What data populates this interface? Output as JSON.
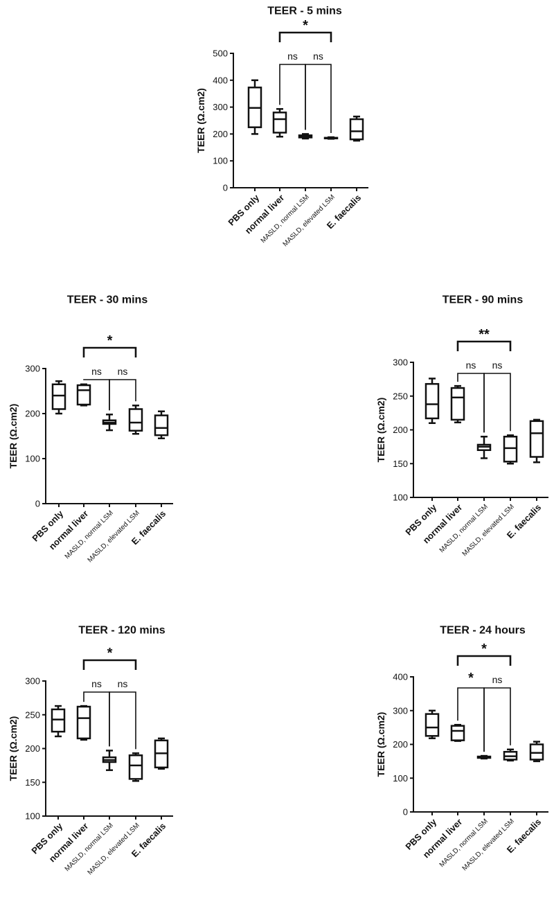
{
  "figure": {
    "categories": [
      "PBS only",
      "normal liver",
      "MASLD, normal LSM",
      "MASLD, elevated LSM",
      "E. faecalis"
    ],
    "ylabel": "TEER (Ω.cm2)"
  },
  "chart_data": [
    {
      "type": "box",
      "title": "TEER - 5 mins",
      "ylabel": "TEER (Ω.cm2)",
      "ylim": [
        0,
        500
      ],
      "yticks": [
        0,
        100,
        200,
        300,
        400,
        500
      ],
      "categories": [
        "PBS only",
        "normal liver",
        "MASLD, normal LSM",
        "MASLD, elevated LSM",
        "E. faecalis"
      ],
      "boxes": [
        {
          "min": 200,
          "q1": 225,
          "median": 297,
          "q3": 373,
          "max": 400
        },
        {
          "min": 190,
          "q1": 205,
          "median": 255,
          "q3": 280,
          "max": 293
        },
        {
          "min": 183,
          "q1": 187,
          "median": 190,
          "q3": 195,
          "max": 200
        },
        {
          "min": 182,
          "q1": 184,
          "median": 185,
          "q3": 186,
          "max": 188
        },
        {
          "min": 175,
          "q1": 180,
          "median": 210,
          "q3": 255,
          "max": 265
        }
      ],
      "significance": [
        {
          "from": 1,
          "to": 2,
          "label": "ns",
          "level": 1
        },
        {
          "from": 2,
          "to": 3,
          "label": "ns",
          "level": 1
        },
        {
          "from": 1,
          "to": 3,
          "label": "*",
          "level": 2
        }
      ]
    },
    {
      "type": "box",
      "title": "TEER - 30 mins",
      "ylabel": "TEER (Ω.cm2)",
      "ylim": [
        0,
        300
      ],
      "yticks": [
        0,
        100,
        200,
        300
      ],
      "categories": [
        "PBS only",
        "normal liver",
        "MASLD, normal LSM",
        "MASLD, elevated LSM",
        "E. faecalis"
      ],
      "boxes": [
        {
          "min": 200,
          "q1": 210,
          "median": 240,
          "q3": 265,
          "max": 272
        },
        {
          "min": 218,
          "q1": 220,
          "median": 252,
          "q3": 263,
          "max": 265
        },
        {
          "min": 163,
          "q1": 177,
          "median": 180,
          "q3": 185,
          "max": 198
        },
        {
          "min": 155,
          "q1": 162,
          "median": 180,
          "q3": 210,
          "max": 218
        },
        {
          "min": 145,
          "q1": 152,
          "median": 168,
          "q3": 196,
          "max": 205
        }
      ],
      "significance": [
        {
          "from": 1,
          "to": 2,
          "label": "ns",
          "level": 1
        },
        {
          "from": 2,
          "to": 3,
          "label": "ns",
          "level": 1
        },
        {
          "from": 1,
          "to": 3,
          "label": "*",
          "level": 2
        }
      ]
    },
    {
      "type": "box",
      "title": "TEER - 90 mins",
      "ylabel": "TEER (Ω.cm2)",
      "ylim": [
        100,
        300
      ],
      "yticks": [
        100,
        150,
        200,
        250,
        300
      ],
      "categories": [
        "PBS only",
        "normal liver",
        "MASLD, normal LSM",
        "MASLD, elevated LSM",
        "E. faecalis"
      ],
      "boxes": [
        {
          "min": 210,
          "q1": 217,
          "median": 238,
          "q3": 268,
          "max": 276
        },
        {
          "min": 211,
          "q1": 215,
          "median": 248,
          "q3": 262,
          "max": 265
        },
        {
          "min": 158,
          "q1": 170,
          "median": 175,
          "q3": 178,
          "max": 190
        },
        {
          "min": 150,
          "q1": 153,
          "median": 173,
          "q3": 190,
          "max": 192
        },
        {
          "min": 152,
          "q1": 160,
          "median": 195,
          "q3": 213,
          "max": 215
        }
      ],
      "significance": [
        {
          "from": 1,
          "to": 2,
          "label": "ns",
          "level": 1
        },
        {
          "from": 2,
          "to": 3,
          "label": "ns",
          "level": 1
        },
        {
          "from": 1,
          "to": 3,
          "label": "**",
          "level": 2
        }
      ]
    },
    {
      "type": "box",
      "title": "TEER - 120 mins",
      "ylabel": "TEER (Ω.cm2)",
      "ylim": [
        100,
        300
      ],
      "yticks": [
        100,
        150,
        200,
        250,
        300
      ],
      "categories": [
        "PBS only",
        "normal liver",
        "MASLD, normal LSM",
        "MASLD, elevated LSM",
        "E. faecalis"
      ],
      "boxes": [
        {
          "min": 218,
          "q1": 225,
          "median": 243,
          "q3": 258,
          "max": 263
        },
        {
          "min": 213,
          "q1": 215,
          "median": 245,
          "q3": 262,
          "max": 263
        },
        {
          "min": 168,
          "q1": 180,
          "median": 183,
          "q3": 187,
          "max": 197
        },
        {
          "min": 152,
          "q1": 155,
          "median": 175,
          "q3": 190,
          "max": 193
        },
        {
          "min": 170,
          "q1": 172,
          "median": 193,
          "q3": 212,
          "max": 215
        }
      ],
      "significance": [
        {
          "from": 1,
          "to": 2,
          "label": "ns",
          "level": 1
        },
        {
          "from": 2,
          "to": 3,
          "label": "ns",
          "level": 1
        },
        {
          "from": 1,
          "to": 3,
          "label": "*",
          "level": 2
        }
      ]
    },
    {
      "type": "box",
      "title": "TEER - 24 hours",
      "ylabel": "TEER (Ω.cm2)",
      "ylim": [
        0,
        400
      ],
      "yticks": [
        0,
        100,
        200,
        300,
        400
      ],
      "categories": [
        "PBS only",
        "normal liver",
        "MASLD, normal LSM",
        "MASLD, elevated LSM",
        "E. faecalis"
      ],
      "boxes": [
        {
          "min": 218,
          "q1": 225,
          "median": 250,
          "q3": 290,
          "max": 300
        },
        {
          "min": 210,
          "q1": 212,
          "median": 240,
          "q3": 255,
          "max": 258
        },
        {
          "min": 158,
          "q1": 160,
          "median": 162,
          "q3": 164,
          "max": 166
        },
        {
          "min": 152,
          "q1": 155,
          "median": 165,
          "q3": 178,
          "max": 185
        },
        {
          "min": 150,
          "q1": 155,
          "median": 175,
          "q3": 200,
          "max": 208
        }
      ],
      "significance": [
        {
          "from": 1,
          "to": 2,
          "label": "*",
          "level": 1
        },
        {
          "from": 2,
          "to": 3,
          "label": "ns",
          "level": 1
        },
        {
          "from": 1,
          "to": 3,
          "label": "*",
          "level": 2
        }
      ]
    }
  ]
}
